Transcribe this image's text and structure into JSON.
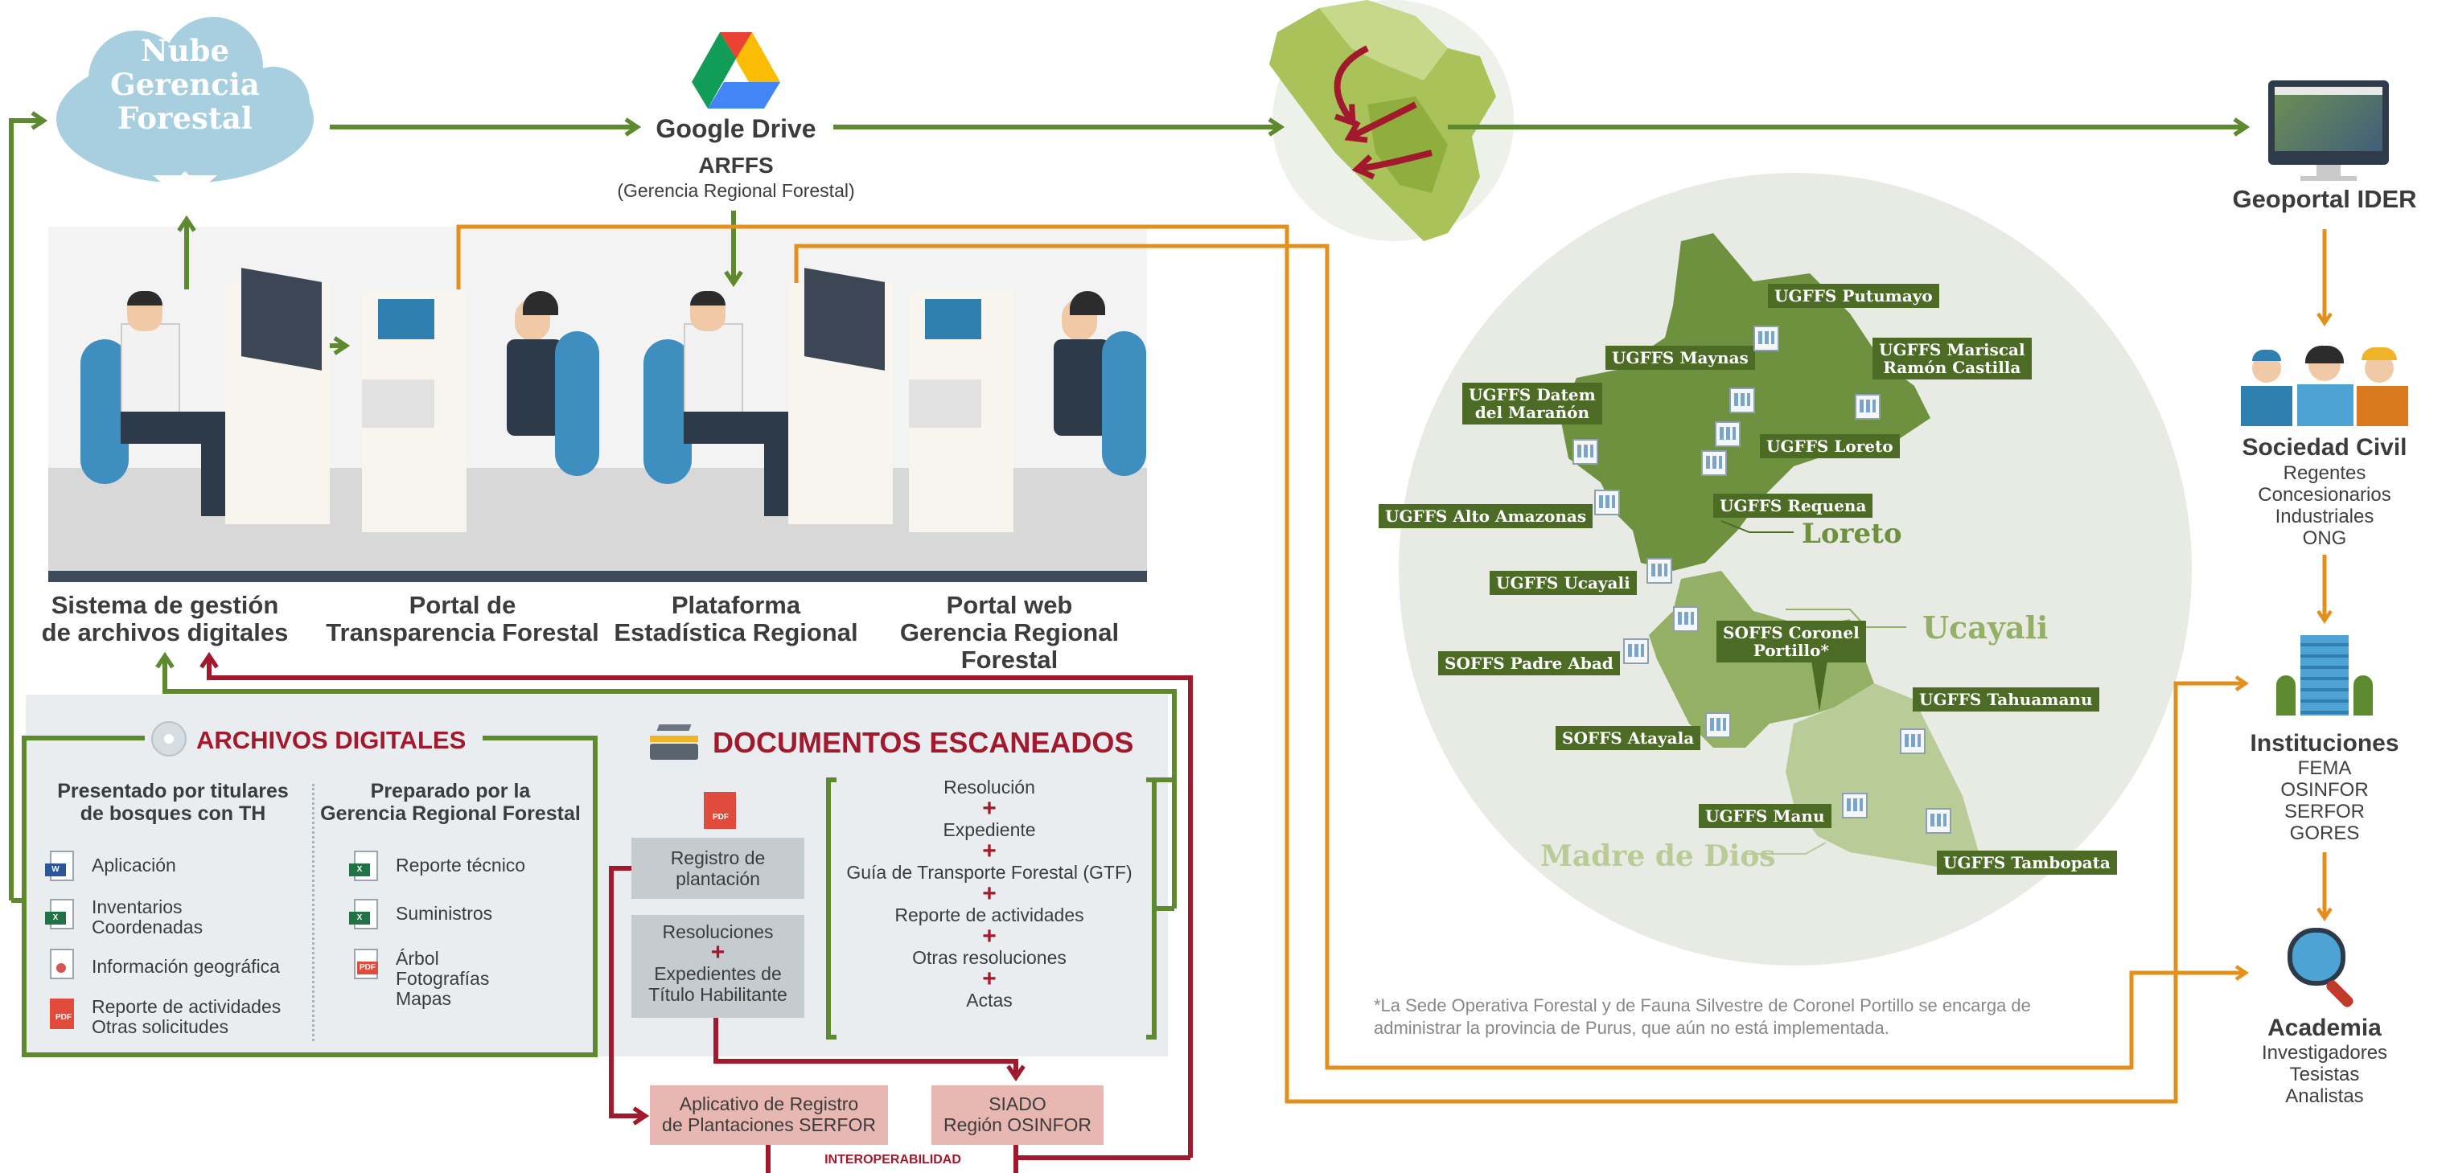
{
  "top": {
    "cloud": {
      "lines": [
        "Nube",
        "Gerencia",
        "Forestal"
      ]
    },
    "drive": {
      "title": "Google Drive",
      "subtitle": "ARFFS",
      "note": "(Gerencia Regional Forestal)"
    },
    "geoportal": {
      "title": "Geoportal IDER"
    }
  },
  "systems": [
    {
      "line1": "Sistema de gestión",
      "line2": "de archivos digitales"
    },
    {
      "line1": "Portal de",
      "line2": "Transparencia Forestal"
    },
    {
      "line1": "Plataforma",
      "line2": "Estadística Regional"
    },
    {
      "line1": "Portal web",
      "line2": "Gerencia Regional Forestal"
    }
  ],
  "archivos": {
    "title": "ARCHIVOS DIGITALES",
    "left_heading": [
      "Presentado por titulares",
      "de bosques con TH"
    ],
    "right_heading": [
      "Preparado por la",
      "Gerencia Regional Forestal"
    ],
    "left_items": [
      {
        "icon": "word-pdf-icon",
        "lines": [
          "Aplicación"
        ]
      },
      {
        "icon": "excel-icon",
        "lines": [
          "Inventarios",
          "Coordenadas"
        ]
      },
      {
        "icon": "map-file-icon",
        "lines": [
          "Información geográfica"
        ]
      },
      {
        "icon": "pdf-icon",
        "lines": [
          "Reporte de actividades",
          "Otras solicitudes"
        ]
      }
    ],
    "right_items": [
      {
        "icon": "excel-pdf-icon",
        "lines": [
          "Reporte técnico"
        ]
      },
      {
        "icon": "excel-icon",
        "lines": [
          "Suministros"
        ]
      },
      {
        "icon": "pdf-map-icon",
        "lines": [
          "Árbol",
          "Fotografías",
          "Mapas"
        ]
      }
    ]
  },
  "documentos": {
    "title": "DOCUMENTOS ESCANEADOS",
    "registro": [
      "Registro de",
      "plantación"
    ],
    "resoluciones_box": {
      "top": "Resoluciones",
      "plus": "+",
      "bottom": [
        "Expedientes de",
        "Título Habilitante"
      ]
    },
    "list": [
      "Resolución",
      "Expediente",
      "Guía de Transporte Forestal (GTF)",
      "Reporte de actividades",
      "Otras resoluciones",
      "Actas"
    ],
    "plus": "+",
    "serfor": [
      "Aplicativo de Registro",
      "de Plantaciones SERFOR"
    ],
    "siado": [
      "SIADO",
      "Región OSINFOR"
    ],
    "interop": "INTEROPERABILIDAD"
  },
  "map": {
    "regions": {
      "loreto": "Loreto",
      "ucayali": "Ucayali",
      "madre": "Madre de Dios"
    },
    "tags": {
      "putumayo": "UGFFS Putumayo",
      "maynas": "UGFFS Maynas",
      "mariscal": [
        "UGFFS Mariscal",
        "Ramón Castilla"
      ],
      "datem": [
        "UGFFS Datem",
        "del Marañón"
      ],
      "loreto": "UGFFS Loreto",
      "requena": "UGFFS Requena",
      "alto": "UGFFS Alto Amazonas",
      "ucayali": "UGFFS Ucayali",
      "coronel": [
        "SOFFS Coronel",
        "Portillo*"
      ],
      "padre": "SOFFS Padre Abad",
      "tahuamanu": "UGFFS Tahuamanu",
      "atayala": "SOFFS Atayala",
      "manu": "UGFFS Manu",
      "tambopata": "UGFFS Tambopata"
    },
    "footnote": [
      "*La Sede Operativa Forestal y de Fauna Silvestre de Coronel Portillo se encarga de",
      "administrar la provincia de Purus, que aún no está implementada."
    ]
  },
  "right": {
    "sociedad": {
      "title": "Sociedad Civil",
      "items": [
        "Regentes",
        "Concesionarios",
        "Industriales",
        "ONG"
      ]
    },
    "instituciones": {
      "title": "Instituciones",
      "items": [
        "FEMA",
        "OSINFOR",
        "SERFOR",
        "GORES"
      ]
    },
    "academia": {
      "title": "Academia",
      "items": [
        "Investigadores",
        "Tesistas",
        "Analistas"
      ]
    }
  },
  "colors": {
    "green": "#5d8a2e",
    "orange": "#e38f1b",
    "red": "#a2192d",
    "cloud": "#a7cfe0",
    "map_dark": "#6e9140",
    "map_light": "#b9cc97"
  }
}
